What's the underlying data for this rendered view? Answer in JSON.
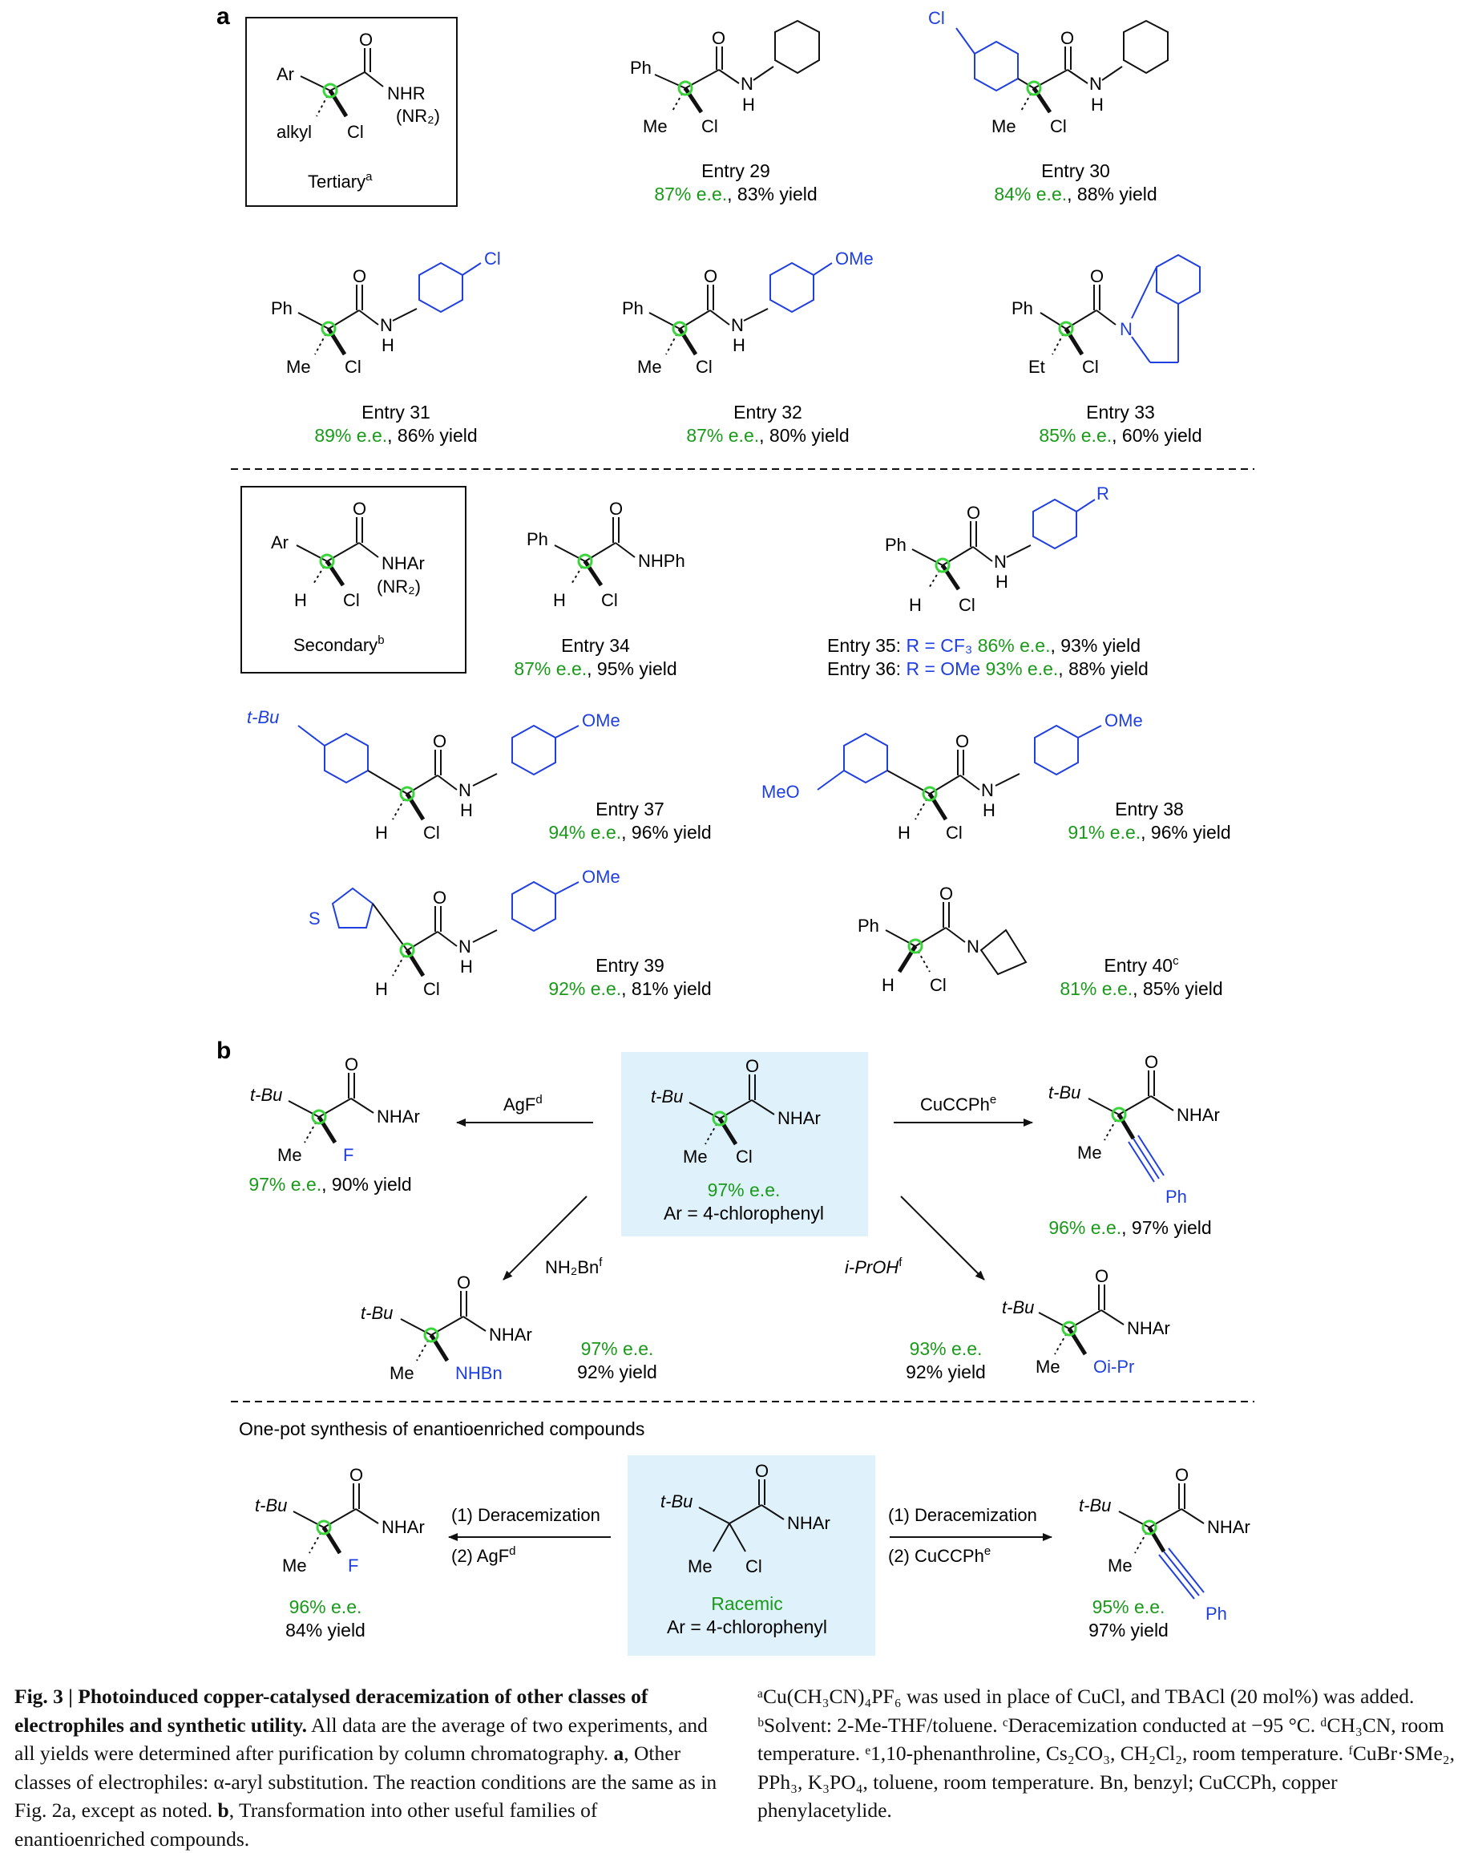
{
  "panels": {
    "a": "a",
    "b": "b"
  },
  "box_tertiary": {
    "ar": "Ar",
    "nhr": "NHR",
    "nr2": "(NR₂)",
    "alkyl": "alkyl",
    "cl": "Cl",
    "o": "O",
    "label": "Tertiary",
    "sup": "a"
  },
  "box_secondary": {
    "ar": "Ar",
    "nhar": "NHAr",
    "nr2": "(NR₂)",
    "h": "H",
    "cl": "Cl",
    "o": "O",
    "label": "Secondary",
    "sup": "b"
  },
  "atoms": {
    "o": "O",
    "n": "N",
    "h": "H",
    "cl": "Cl",
    "ph": "Ph",
    "me": "Me",
    "et": "Et",
    "s": "S",
    "f": "F",
    "ome": "OMe",
    "meo": "MeO",
    "tbu": "t-Bu",
    "r": "R",
    "nhph": "NHPh",
    "nhar": "NHAr",
    "nhbn": "NHBn",
    "oipr": "Oi-Pr"
  },
  "entries": [
    {
      "id": "29",
      "label": "Entry 29",
      "ee": "87% e.e.",
      "yield": "83% yield"
    },
    {
      "id": "30",
      "label": "Entry 30",
      "ee": "84% e.e.",
      "yield": "88% yield"
    },
    {
      "id": "31",
      "label": "Entry 31",
      "ee": "89% e.e.",
      "yield": "86% yield"
    },
    {
      "id": "32",
      "label": "Entry 32",
      "ee": "87% e.e.",
      "yield": "80% yield"
    },
    {
      "id": "33",
      "label": "Entry 33",
      "ee": "85% e.e.",
      "yield": "60% yield"
    },
    {
      "id": "34",
      "label": "Entry 34",
      "ee": "87% e.e.",
      "yield": "95% yield"
    },
    {
      "id": "35",
      "label": "Entry 35:",
      "r": "R = CF₃",
      "ee": "86% e.e.",
      "yield": "93% yield"
    },
    {
      "id": "36",
      "label": "Entry 36:",
      "r": "R = OMe",
      "ee": "93% e.e.",
      "yield": "88% yield"
    },
    {
      "id": "37",
      "label": "Entry 37",
      "ee": "94% e.e.",
      "yield": "96% yield"
    },
    {
      "id": "38",
      "label": "Entry 38",
      "ee": "91% e.e.",
      "yield": "96% yield"
    },
    {
      "id": "39",
      "label": "Entry 39",
      "ee": "92% e.e.",
      "yield": "81% yield"
    },
    {
      "id": "40",
      "label": "Entry 40",
      "sup": "c",
      "ee": "81% e.e.",
      "yield": "85% yield"
    }
  ],
  "transformations": {
    "center": {
      "ee": "97% e.e.",
      "ar": "Ar = 4-chlorophenyl"
    },
    "fluoride": {
      "reagent": "AgF",
      "sup": "d",
      "ee": "97% e.e.",
      "yield": "90% yield"
    },
    "alkyne": {
      "reagent": "CuCCPh",
      "sup": "e",
      "ee": "96% e.e.",
      "yield": "97% yield"
    },
    "amine": {
      "reagent": "NH₂Bn",
      "sup": "f",
      "ee": "97% e.e.",
      "yield": "92% yield"
    },
    "ether": {
      "reagent": "i-PrOH",
      "sup": "f",
      "ee": "93% e.e.",
      "yield": "92% yield"
    }
  },
  "one_pot": {
    "title": "One-pot synthesis of enantioenriched compounds",
    "racemic": "Racemic",
    "ar": "Ar = 4-chlorophenyl",
    "left_step1": "(1) Deracemization",
    "left_step2": "(2) AgF",
    "left_sup": "d",
    "right_step1": "(1) Deracemization",
    "right_step2": "(2) CuCCPh",
    "right_sup": "e",
    "left_ee": "96% e.e.",
    "left_yield": "84% yield",
    "right_ee": "95% e.e.",
    "right_yield": "97% yield"
  },
  "caption": {
    "fig_label": "Fig. 3 | ",
    "title": "Photoinduced copper-catalysed deracemization of other classes of electrophiles and synthetic utility.",
    "p1": " All data are the average of two experiments, and all yields were determined after purification by column chromatography. ",
    "a_label": "a",
    "p2": ", Other classes of electrophiles: α-aryl substitution. The reaction conditions are the same as in Fig. 2a, except as noted. ",
    "b_label": "b",
    "p3": ", Transformation into other useful families of enantioenriched compounds. ",
    "fn_a": "ᵃCu(CH₃CN)₄PF₆ was used in place of CuCl, and TBACl (20 mol%) was added. ",
    "fn_b": "ᵇSolvent: 2-Me-THF/toluene. ",
    "fn_c": "ᶜDeracemization conducted at −95 °C. ",
    "fn_d": "ᵈCH₃CN, room temperature. ",
    "fn_e": "ᵉ1,10-phenanthroline, Cs₂CO₃, CH₂Cl₂, room temperature. ",
    "fn_f": "ᶠCuBr·SMe₂, PPh₃, K₃PO₄, toluene, room temperature. Bn, benzyl; CuCCPh, copper phenylacetylide."
  },
  "colors": {
    "green": "#1a9a1a",
    "blue": "#1f3fe0",
    "highlight": "#dff2fb",
    "center_dot": "#3cd43c"
  }
}
